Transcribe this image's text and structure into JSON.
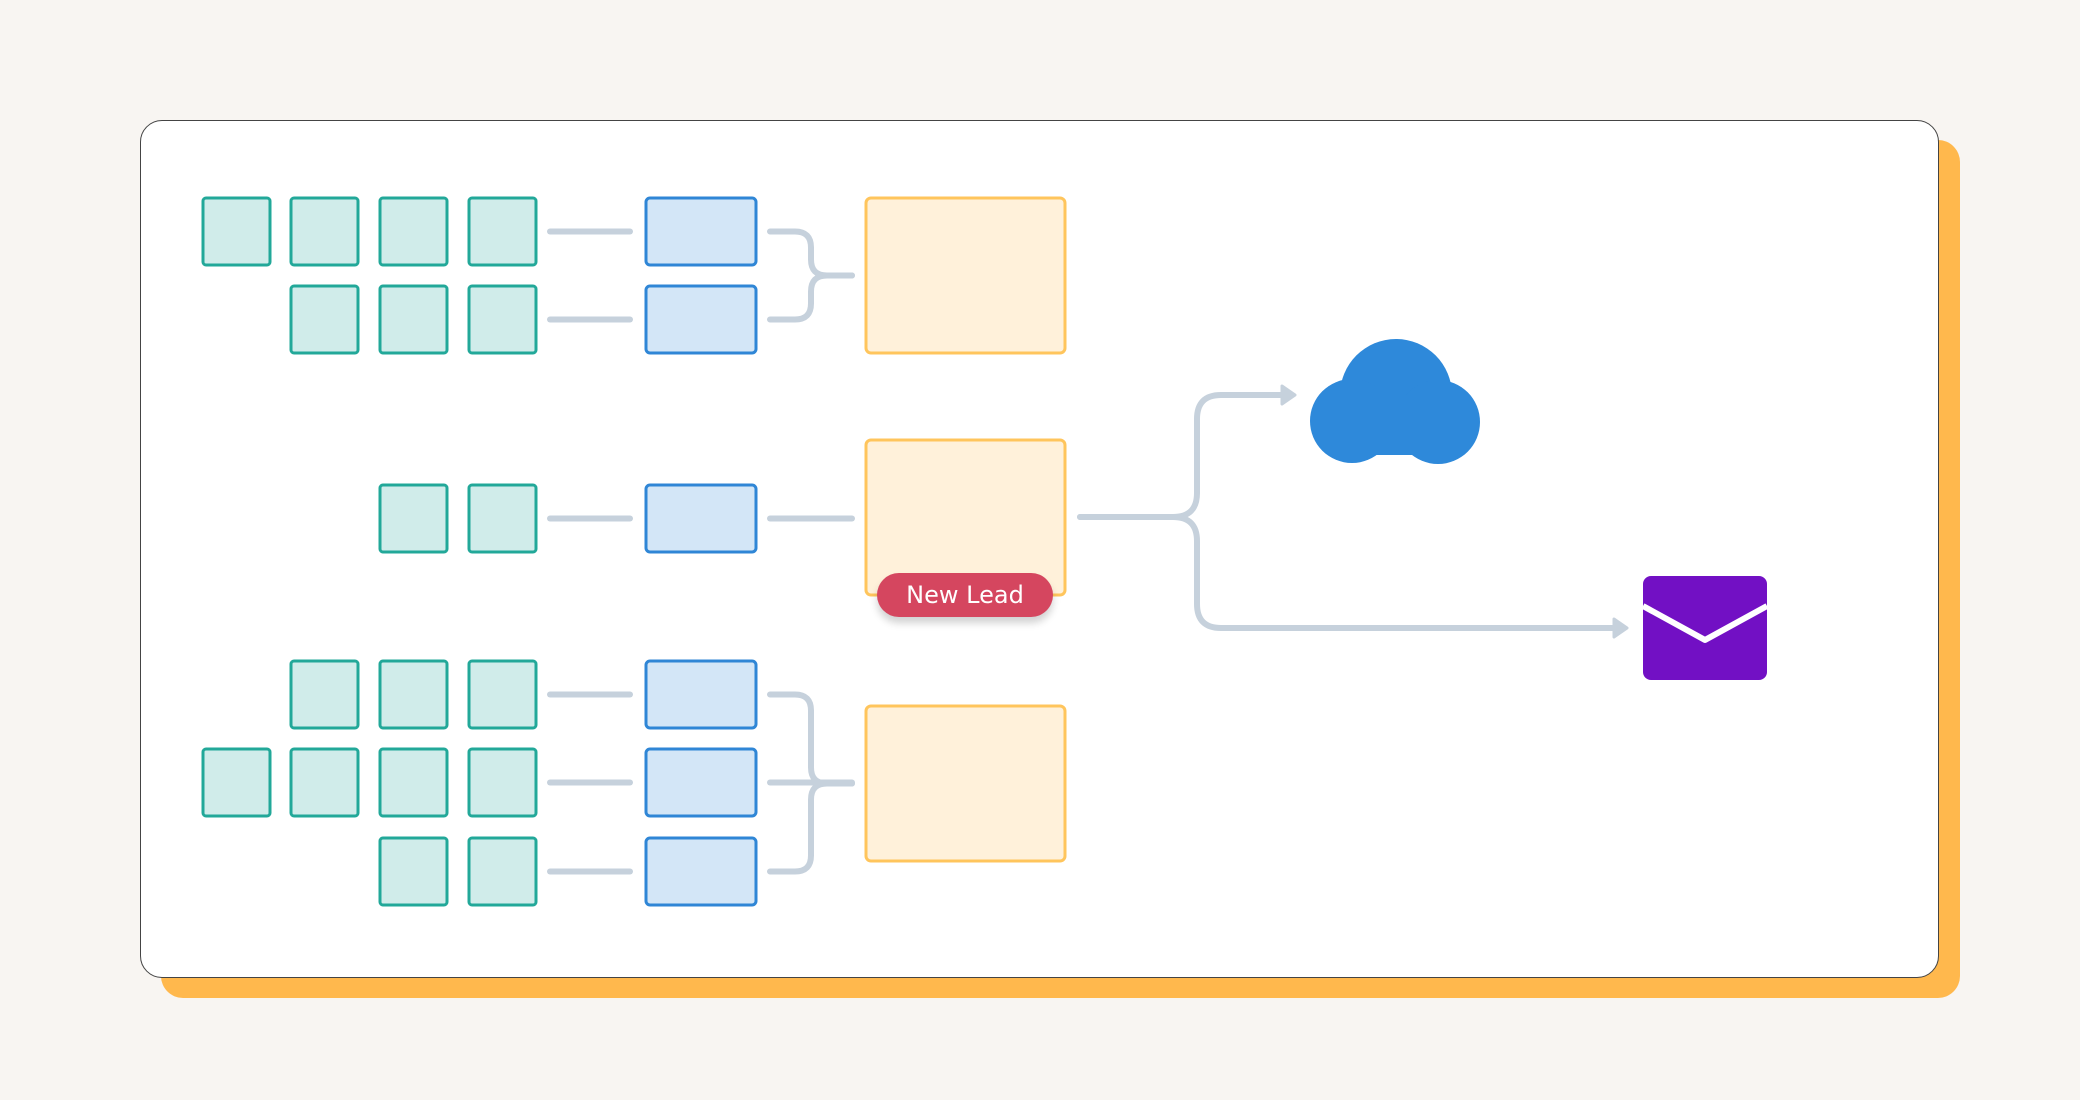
{
  "badge": {
    "label": "New Lead"
  },
  "icons": {
    "cloud": "cloud-icon",
    "mail": "envelope-icon"
  },
  "colors": {
    "background": "#f8f5f2",
    "card": "#ffffff",
    "card_shadow": "#ffb84d",
    "source_fill": "#d0ecea",
    "source_stroke": "#22a899",
    "step_fill": "#d3e6f7",
    "step_stroke": "#2f86d6",
    "target_fill": "#fff1da",
    "target_stroke": "#ffc55c",
    "connector": "#c6d1dc",
    "badge": "#d5465f",
    "cloud": "#2e89da",
    "mail": "#7210c4"
  },
  "groups": [
    {
      "rows": [
        {
          "sources": 4
        },
        {
          "sources": 3
        }
      ]
    },
    {
      "rows": [
        {
          "sources": 2
        }
      ],
      "badge": true
    },
    {
      "rows": [
        {
          "sources": 3
        },
        {
          "sources": 4
        },
        {
          "sources": 2
        }
      ]
    }
  ]
}
